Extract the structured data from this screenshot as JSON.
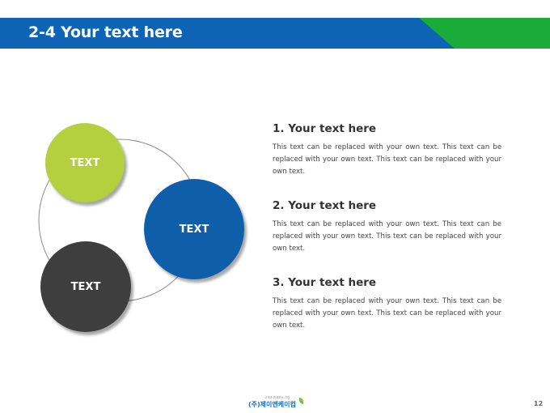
{
  "header": {
    "title": "2-4 Your text here",
    "colors": {
      "blue": "#0e64b4",
      "green": "#1aab3b"
    }
  },
  "diagram": {
    "circles": [
      {
        "label": "TEXT",
        "color": "#b5cf3e"
      },
      {
        "label": "TEXT",
        "color": "#0f5eaa"
      },
      {
        "label": "TEXT",
        "color": "#3e3e3e"
      }
    ]
  },
  "sections": [
    {
      "heading": "1. Your text here",
      "body": "This text can be replaced with your own text. This text can be replaced with your own text. This text can be replaced with your own text."
    },
    {
      "heading": "2. Your text here",
      "body": "This text can be replaced with your own text. This text can be replaced with your own text. This text can be replaced with your own text."
    },
    {
      "heading": "3. Your text here",
      "body": "This text can be replaced with your own text. This text can be replaced with your own text. This text can be replaced with your own text."
    }
  ],
  "footer": {
    "logo_text": "(주)제이앤케이컴",
    "logo_tagline": "고객과 함께하는 기업",
    "page_number": "12"
  }
}
